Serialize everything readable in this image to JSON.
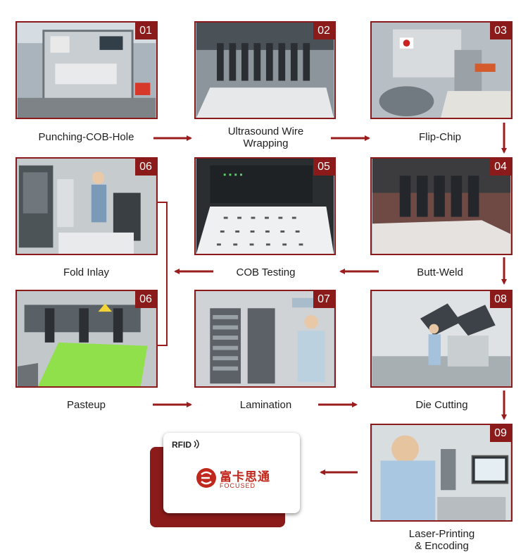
{
  "steps": [
    {
      "num": "01",
      "label": "Punching-COB-Hole"
    },
    {
      "num": "02",
      "label": "Ultrasound Wire\nWrapping"
    },
    {
      "num": "03",
      "label": "Flip-Chip"
    },
    {
      "num": "04",
      "label": "Butt-Weld"
    },
    {
      "num": "05",
      "label": "COB Testing"
    },
    {
      "num": "06",
      "label": "Fold Inlay"
    },
    {
      "num": "06",
      "label": "Pasteup"
    },
    {
      "num": "07",
      "label": "Lamination"
    },
    {
      "num": "08",
      "label": "Die Cutting"
    },
    {
      "num": "09",
      "label": "Laser-Printing\n& Encoding"
    }
  ],
  "card": {
    "rfid_text": "RFID",
    "brand_cn": "富卡思通",
    "brand_en": "FOCUSED"
  },
  "colors": {
    "accent": "#8b1a1a",
    "arrow": "#9b1c1c"
  }
}
